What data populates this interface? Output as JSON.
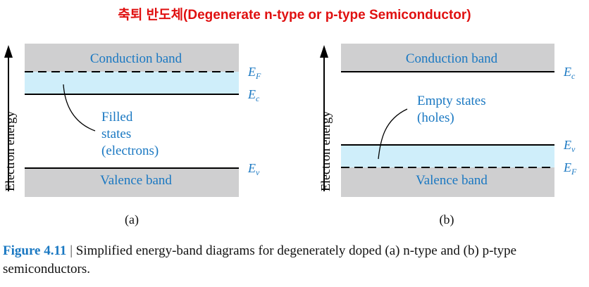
{
  "title": "축퇴 반도체(Degenerate n-type or p-type Semiconductor)",
  "panels": {
    "a": {
      "label": "(a)",
      "y_axis": "Electron energy",
      "conduction_band": "Conduction band",
      "valence_band": "Valence band",
      "filled_states": [
        "Filled",
        "states",
        "(electrons)"
      ],
      "ef_label": "E",
      "ef_sub": "F",
      "ec_label": "E",
      "ec_sub": "c",
      "ev_label": "E",
      "ev_sub": "v"
    },
    "b": {
      "label": "(b)",
      "y_axis": "Electron energy",
      "conduction_band": "Conduction band",
      "valence_band": "Valence band",
      "empty_states": [
        "Empty states",
        "(holes)"
      ],
      "ec_label": "E",
      "ec_sub": "c",
      "ev_label": "E",
      "ev_sub": "v",
      "ef_label": "E",
      "ef_sub": "F"
    }
  },
  "caption": {
    "figure": "Figure 4.11",
    "separator": "|",
    "text": "Simplified energy-band diagrams for degenerately doped (a) n-type and (b) p-type semiconductors."
  },
  "colors": {
    "title": "#e01010",
    "band_gray": "#cfcfd0",
    "filled_blue": "#cfeefa",
    "label_blue": "#1a78c2"
  }
}
